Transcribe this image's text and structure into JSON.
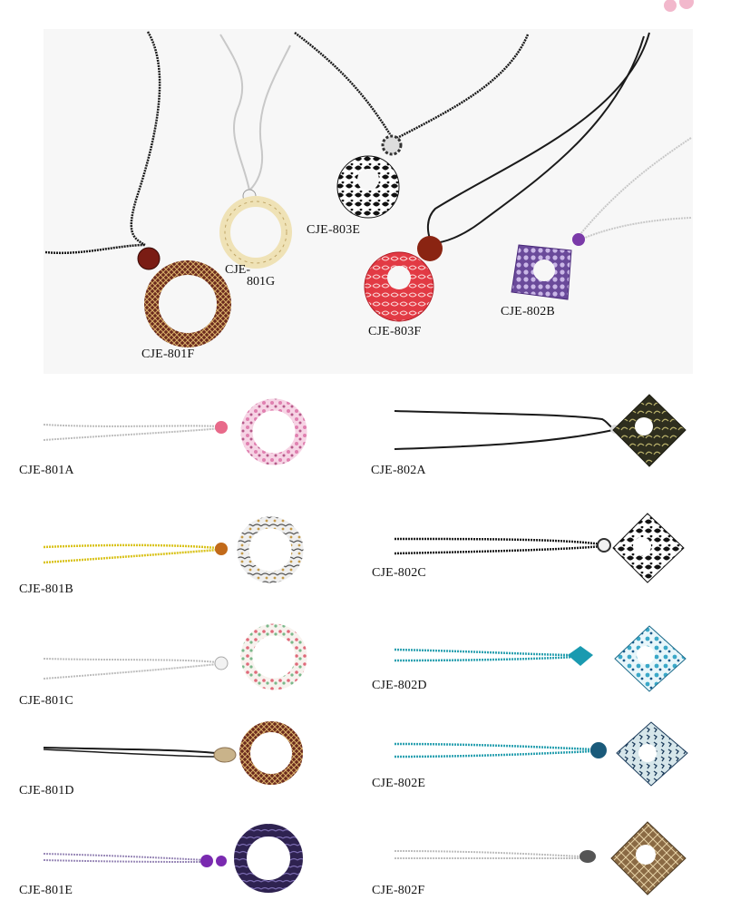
{
  "products": {
    "top": [
      {
        "code": "CJE-801F",
        "cord": "black-beaded",
        "pendant": "ring",
        "pattern": "brown-gold-mesh",
        "color": "#5a2a22",
        "bead": "#7a1c14"
      },
      {
        "code_part1": "CJE-",
        "code_part2": "801G",
        "cord": "silver-beaded",
        "pendant": "ring",
        "pattern": "clear-gold-swirl",
        "color": "#e8d9a8",
        "bead": "#f4f4f4"
      },
      {
        "code": "CJE-803E",
        "cord": "black-beaded",
        "pendant": "round-disc",
        "pattern": "black-white-floral",
        "color": "#1a1a1a",
        "bead": "#dddddd"
      },
      {
        "code": "CJE-803F",
        "cord": "black-cord",
        "pendant": "round-disc",
        "pattern": "red-white-paisley",
        "color": "#d9303a",
        "bead": "#8a2412"
      },
      {
        "code": "CJE-802B",
        "cord": "silver-beaded",
        "pendant": "square",
        "pattern": "purple-snakeskin",
        "color": "#7a5aa8",
        "bead": "#7a3aa8"
      }
    ],
    "left_column": [
      {
        "code": "CJE-801A",
        "cord": "silver-beaded",
        "pattern": "pink-floral",
        "color": "#e89cc0",
        "bead": "#e86a8a"
      },
      {
        "code": "CJE-801B",
        "cord": "yellow-beaded",
        "pattern": "grey-white-floral",
        "color": "#9a9a9a",
        "bead": "#c26a1a"
      },
      {
        "code": "CJE-801C",
        "cord": "silver-beaded",
        "pattern": "pastel-floral",
        "color": "#d8a0b0",
        "bead": "#eeeeee"
      },
      {
        "code": "CJE-801D",
        "cord": "black-cord",
        "pattern": "brown-gold-mesh",
        "color": "#6b2a1e",
        "bead": "#c9b38a"
      },
      {
        "code": "CJE-801E",
        "cord": "silver-purple-beaded",
        "pattern": "purple-black",
        "color": "#3b2a6a",
        "bead": "#7a2ab0"
      }
    ],
    "right_column": [
      {
        "code": "CJE-802A",
        "cord": "black-cord",
        "pattern": "olive-paisley",
        "color": "#4a4a2a",
        "bead": "#dddddd"
      },
      {
        "code": "CJE-802C",
        "cord": "black-beaded",
        "pattern": "black-white-floral",
        "color": "#222222",
        "bead": "#f2f2f2"
      },
      {
        "code": "CJE-802D",
        "cord": "teal-beaded",
        "pattern": "blue-white-floral",
        "color": "#3aa8c8",
        "bead": "#1a9ab0"
      },
      {
        "code": "CJE-802E",
        "cord": "teal-beaded",
        "pattern": "blue-animal",
        "color": "#2a5a7a",
        "bead": "#1a5a7a"
      },
      {
        "code": "CJE-802F",
        "cord": "silver-beaded",
        "pattern": "brown-gold-weave",
        "color": "#7a5a3a",
        "bead": "#555555"
      }
    ]
  },
  "decor": {
    "corner_icon": "pink-flower-icon",
    "accent": "#f2b8cc"
  }
}
